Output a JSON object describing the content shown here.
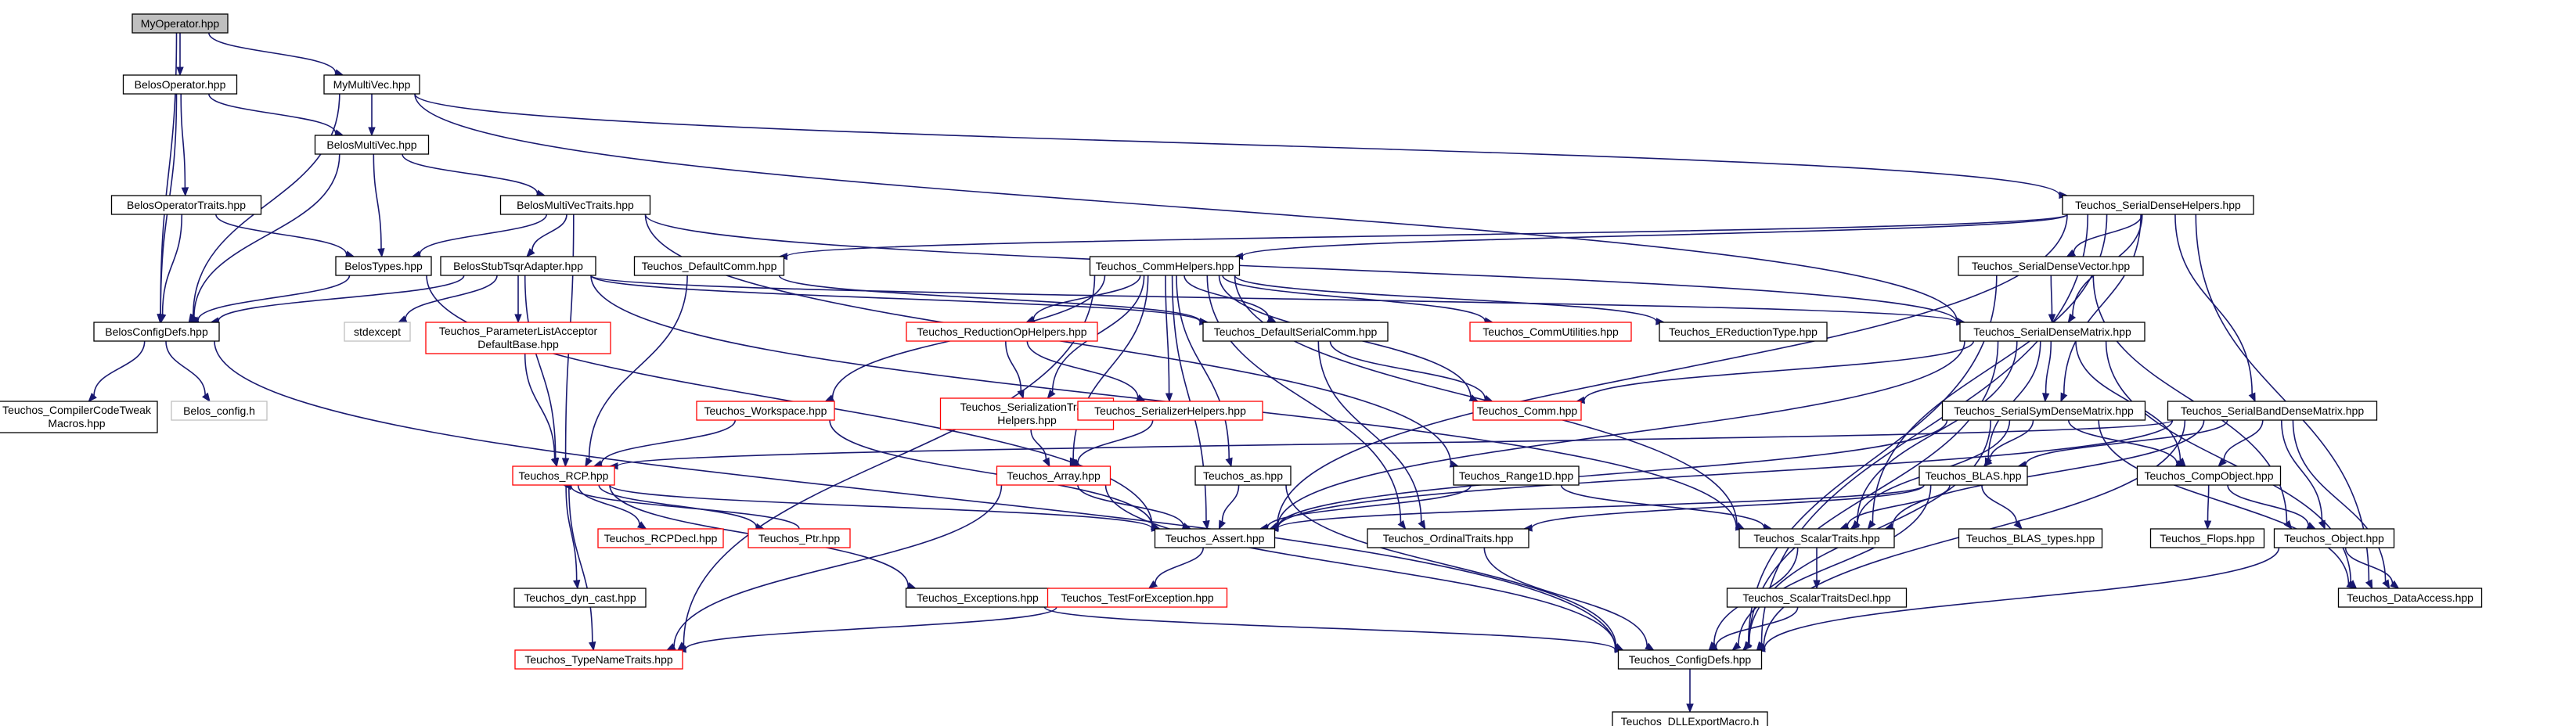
{
  "graph": {
    "title": "",
    "colors": {
      "edge": "#191970",
      "node_border_normal": "#000000",
      "node_border_truncated": "#ff0000",
      "node_border_external": "#bfbfbf",
      "node_fill_root": "#bfbfbf",
      "node_fill": "#ffffff",
      "text": "#000000"
    },
    "nodes": [
      {
        "id": "myop",
        "lines": [
          "MyOperator.hpp"
        ],
        "kind": "root"
      },
      {
        "id": "belosop",
        "lines": [
          "BelosOperator.hpp"
        ],
        "kind": "normal"
      },
      {
        "id": "mymv",
        "lines": [
          "MyMultiVec.hpp"
        ],
        "kind": "normal"
      },
      {
        "id": "belosmv",
        "lines": [
          "BelosMultiVec.hpp"
        ],
        "kind": "normal"
      },
      {
        "id": "belosoptr",
        "lines": [
          "BelosOperatorTraits.hpp"
        ],
        "kind": "normal"
      },
      {
        "id": "belosmvtr",
        "lines": [
          "BelosMultiVecTraits.hpp"
        ],
        "kind": "normal"
      },
      {
        "id": "belostypes",
        "lines": [
          "BelosTypes.hpp"
        ],
        "kind": "normal"
      },
      {
        "id": "belosstub",
        "lines": [
          "BelosStubTsqrAdapter.hpp"
        ],
        "kind": "normal"
      },
      {
        "id": "beloscfg",
        "lines": [
          "BelosConfigDefs.hpp"
        ],
        "kind": "normal"
      },
      {
        "id": "stdexcept",
        "lines": [
          "stdexcept"
        ],
        "kind": "external"
      },
      {
        "id": "plab",
        "lines": [
          "Teuchos_ParameterListAcceptor",
          "DefaultBase.hpp"
        ],
        "kind": "truncated"
      },
      {
        "id": "cct",
        "lines": [
          "Teuchos_CompilerCodeTweak",
          "Macros.hpp"
        ],
        "kind": "normal"
      },
      {
        "id": "belosconfigh",
        "lines": [
          "Belos_config.h"
        ],
        "kind": "external"
      },
      {
        "id": "defcomm",
        "lines": [
          "Teuchos_DefaultComm.hpp"
        ],
        "kind": "normal"
      },
      {
        "id": "commhelpers",
        "lines": [
          "Teuchos_CommHelpers.hpp"
        ],
        "kind": "normal"
      },
      {
        "id": "sdhelpers",
        "lines": [
          "Teuchos_SerialDenseHelpers.hpp"
        ],
        "kind": "normal"
      },
      {
        "id": "sdvector",
        "lines": [
          "Teuchos_SerialDenseVector.hpp"
        ],
        "kind": "normal"
      },
      {
        "id": "redophelpers",
        "lines": [
          "Teuchos_ReductionOpHelpers.hpp"
        ],
        "kind": "truncated"
      },
      {
        "id": "defserialcomm",
        "lines": [
          "Teuchos_DefaultSerialComm.hpp"
        ],
        "kind": "normal"
      },
      {
        "id": "commutil",
        "lines": [
          "Teuchos_CommUtilities.hpp"
        ],
        "kind": "truncated"
      },
      {
        "id": "ereduction",
        "lines": [
          "Teuchos_EReductionType.hpp"
        ],
        "kind": "normal"
      },
      {
        "id": "sdmatrix",
        "lines": [
          "Teuchos_SerialDenseMatrix.hpp"
        ],
        "kind": "normal"
      },
      {
        "id": "sertraitshelpers",
        "lines": [
          "Teuchos_SerializationTraits",
          "Helpers.hpp"
        ],
        "kind": "truncated"
      },
      {
        "id": "workspace",
        "lines": [
          "Teuchos_Workspace.hpp"
        ],
        "kind": "truncated"
      },
      {
        "id": "serhelpers",
        "lines": [
          "Teuchos_SerializerHelpers.hpp"
        ],
        "kind": "truncated"
      },
      {
        "id": "comm",
        "lines": [
          "Teuchos_Comm.hpp"
        ],
        "kind": "truncated"
      },
      {
        "id": "sssym",
        "lines": [
          "Teuchos_SerialSymDenseMatrix.hpp"
        ],
        "kind": "normal"
      },
      {
        "id": "sband",
        "lines": [
          "Teuchos_SerialBandDenseMatrix.hpp"
        ],
        "kind": "normal"
      },
      {
        "id": "rcp",
        "lines": [
          "Teuchos_RCP.hpp"
        ],
        "kind": "truncated"
      },
      {
        "id": "array",
        "lines": [
          "Teuchos_Array.hpp"
        ],
        "kind": "truncated"
      },
      {
        "id": "as",
        "lines": [
          "Teuchos_as.hpp"
        ],
        "kind": "normal"
      },
      {
        "id": "range1d",
        "lines": [
          "Teuchos_Range1D.hpp"
        ],
        "kind": "normal"
      },
      {
        "id": "blas",
        "lines": [
          "Teuchos_BLAS.hpp"
        ],
        "kind": "normal"
      },
      {
        "id": "compobject",
        "lines": [
          "Teuchos_CompObject.hpp"
        ],
        "kind": "normal"
      },
      {
        "id": "rcpdecl",
        "lines": [
          "Teuchos_RCPDecl.hpp"
        ],
        "kind": "truncated"
      },
      {
        "id": "ptr",
        "lines": [
          "Teuchos_Ptr.hpp"
        ],
        "kind": "truncated"
      },
      {
        "id": "assert",
        "lines": [
          "Teuchos_Assert.hpp"
        ],
        "kind": "normal"
      },
      {
        "id": "ordinaltraits",
        "lines": [
          "Teuchos_OrdinalTraits.hpp"
        ],
        "kind": "normal"
      },
      {
        "id": "scalartraits",
        "lines": [
          "Teuchos_ScalarTraits.hpp"
        ],
        "kind": "normal"
      },
      {
        "id": "blastypes",
        "lines": [
          "Teuchos_BLAS_types.hpp"
        ],
        "kind": "normal"
      },
      {
        "id": "flops",
        "lines": [
          "Teuchos_Flops.hpp"
        ],
        "kind": "normal"
      },
      {
        "id": "object",
        "lines": [
          "Teuchos_Object.hpp"
        ],
        "kind": "normal"
      },
      {
        "id": "dyncast",
        "lines": [
          "Teuchos_dyn_cast.hpp"
        ],
        "kind": "normal"
      },
      {
        "id": "exceptions",
        "lines": [
          "Teuchos_Exceptions.hpp"
        ],
        "kind": "normal"
      },
      {
        "id": "testforexc",
        "lines": [
          "Teuchos_TestForException.hpp"
        ],
        "kind": "truncated"
      },
      {
        "id": "scalartraitsdecl",
        "lines": [
          "Teuchos_ScalarTraitsDecl.hpp"
        ],
        "kind": "normal"
      },
      {
        "id": "dataaccess",
        "lines": [
          "Teuchos_DataAccess.hpp"
        ],
        "kind": "normal"
      },
      {
        "id": "typenametraits",
        "lines": [
          "Teuchos_TypeNameTraits.hpp"
        ],
        "kind": "truncated"
      },
      {
        "id": "configdefs",
        "lines": [
          "Teuchos_ConfigDefs.hpp"
        ],
        "kind": "normal"
      },
      {
        "id": "dllexport",
        "lines": [
          "Teuchos_DLLExportMacro.h"
        ],
        "kind": "normal"
      }
    ],
    "edges": [
      [
        "myop",
        "belosop"
      ],
      [
        "myop",
        "mymv"
      ],
      [
        "myop",
        "beloscfg"
      ],
      [
        "belosop",
        "belosmv"
      ],
      [
        "belosop",
        "belosoptr"
      ],
      [
        "belosop",
        "beloscfg"
      ],
      [
        "mymv",
        "belosmv"
      ],
      [
        "mymv",
        "beloscfg"
      ],
      [
        "mymv",
        "sdhelpers"
      ],
      [
        "mymv",
        "sdmatrix"
      ],
      [
        "belosmv",
        "belosmvtr"
      ],
      [
        "belosmv",
        "belostypes"
      ],
      [
        "belosmv",
        "beloscfg"
      ],
      [
        "belosoptr",
        "belostypes"
      ],
      [
        "belosoptr",
        "beloscfg"
      ],
      [
        "belosmvtr",
        "belostypes"
      ],
      [
        "belosmvtr",
        "belosstub"
      ],
      [
        "belosmvtr",
        "rcp"
      ],
      [
        "belosmvtr",
        "sdmatrix"
      ],
      [
        "belosmvtr",
        "range1d"
      ],
      [
        "belostypes",
        "beloscfg"
      ],
      [
        "belostypes",
        "assert"
      ],
      [
        "belosstub",
        "beloscfg"
      ],
      [
        "belosstub",
        "stdexcept"
      ],
      [
        "belosstub",
        "plab"
      ],
      [
        "belosstub",
        "rcp"
      ],
      [
        "belosstub",
        "sdmatrix"
      ],
      [
        "belosstub",
        "scalartraits"
      ],
      [
        "belosstub",
        "defserialcomm"
      ],
      [
        "beloscfg",
        "cct"
      ],
      [
        "beloscfg",
        "belosconfigh"
      ],
      [
        "beloscfg",
        "configdefs"
      ],
      [
        "plab",
        "rcp"
      ],
      [
        "defcomm",
        "defserialcomm"
      ],
      [
        "defcomm",
        "rcp"
      ],
      [
        "sdhelpers",
        "commhelpers"
      ],
      [
        "sdhelpers",
        "sdvector"
      ],
      [
        "sdhelpers",
        "sdmatrix"
      ],
      [
        "sdhelpers",
        "sssym"
      ],
      [
        "sdhelpers",
        "sband"
      ],
      [
        "sdhelpers",
        "dataaccess"
      ],
      [
        "sdhelpers",
        "configdefs"
      ],
      [
        "sdhelpers",
        "defcomm"
      ],
      [
        "sdhelpers",
        "assert"
      ],
      [
        "sdhelpers",
        "scalartraits"
      ],
      [
        "sdvector",
        "sdmatrix"
      ],
      [
        "sdvector",
        "configdefs"
      ],
      [
        "sdvector",
        "object"
      ],
      [
        "commhelpers",
        "redophelpers"
      ],
      [
        "commhelpers",
        "defserialcomm"
      ],
      [
        "commhelpers",
        "commutil"
      ],
      [
        "commhelpers",
        "ereduction"
      ],
      [
        "commhelpers",
        "workspace"
      ],
      [
        "commhelpers",
        "serhelpers"
      ],
      [
        "commhelpers",
        "sertraitshelpers"
      ],
      [
        "commhelpers",
        "array"
      ],
      [
        "commhelpers",
        "as"
      ],
      [
        "commhelpers",
        "ordinaltraits"
      ],
      [
        "commhelpers",
        "scalartraits"
      ],
      [
        "commhelpers",
        "typenametraits"
      ],
      [
        "commhelpers",
        "comm"
      ],
      [
        "commhelpers",
        "assert"
      ],
      [
        "redophelpers",
        "sertraitshelpers"
      ],
      [
        "redophelpers",
        "serhelpers"
      ],
      [
        "defserialcomm",
        "comm"
      ],
      [
        "defserialcomm",
        "ordinaltraits"
      ],
      [
        "sertraitshelpers",
        "array"
      ],
      [
        "serhelpers",
        "array"
      ],
      [
        "workspace",
        "rcp"
      ],
      [
        "workspace",
        "assert"
      ],
      [
        "sdmatrix",
        "comm"
      ],
      [
        "sdmatrix",
        "sssym"
      ],
      [
        "sdmatrix",
        "blas"
      ],
      [
        "sdmatrix",
        "compobject"
      ],
      [
        "sdmatrix",
        "dataaccess"
      ],
      [
        "sdmatrix",
        "scalartraits"
      ],
      [
        "sdmatrix",
        "assert"
      ],
      [
        "sdmatrix",
        "configdefs"
      ],
      [
        "sssym",
        "blas"
      ],
      [
        "sssym",
        "compobject"
      ],
      [
        "sssym",
        "scalartraits"
      ],
      [
        "sssym",
        "dataaccess"
      ],
      [
        "sssym",
        "assert"
      ],
      [
        "sssym",
        "configdefs"
      ],
      [
        "sband",
        "compobject"
      ],
      [
        "sband",
        "blas"
      ],
      [
        "sband",
        "object"
      ],
      [
        "sband",
        "dataaccess"
      ],
      [
        "sband",
        "assert"
      ],
      [
        "sband",
        "scalartraits"
      ],
      [
        "sband",
        "configdefs"
      ],
      [
        "sband",
        "rcp"
      ],
      [
        "rcp",
        "rcpdecl"
      ],
      [
        "rcp",
        "ptr"
      ],
      [
        "rcp",
        "assert"
      ],
      [
        "rcp",
        "dyncast"
      ],
      [
        "rcp",
        "exceptions"
      ],
      [
        "rcp",
        "typenametraits"
      ],
      [
        "ptr",
        "rcp"
      ],
      [
        "array",
        "assert"
      ],
      [
        "array",
        "typenametraits"
      ],
      [
        "array",
        "configdefs"
      ],
      [
        "as",
        "assert"
      ],
      [
        "as",
        "configdefs"
      ],
      [
        "range1d",
        "assert"
      ],
      [
        "range1d",
        "scalartraits"
      ],
      [
        "blas",
        "blastypes"
      ],
      [
        "blas",
        "ordinaltraits"
      ],
      [
        "blas",
        "scalartraits"
      ],
      [
        "blas",
        "assert"
      ],
      [
        "blas",
        "configdefs"
      ],
      [
        "compobject",
        "flops"
      ],
      [
        "compobject",
        "object"
      ],
      [
        "assert",
        "testforexc"
      ],
      [
        "testforexc",
        "typenametraits"
      ],
      [
        "ordinaltraits",
        "configdefs"
      ],
      [
        "scalartraits",
        "scalartraitsdecl"
      ],
      [
        "scalartraits",
        "configdefs"
      ],
      [
        "scalartraitsdecl",
        "configdefs"
      ],
      [
        "object",
        "dataaccess"
      ],
      [
        "object",
        "configdefs"
      ],
      [
        "exceptions",
        "configdefs"
      ],
      [
        "configdefs",
        "dllexport"
      ]
    ]
  }
}
